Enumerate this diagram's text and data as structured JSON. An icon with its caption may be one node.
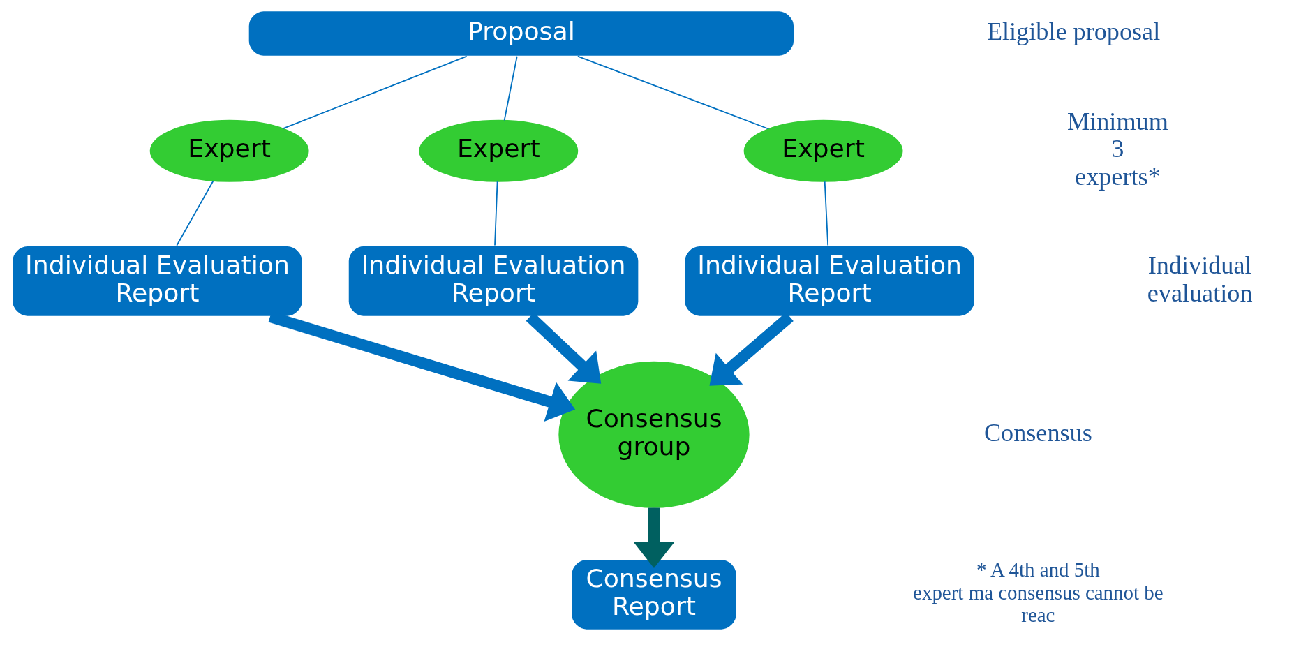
{
  "diagram": {
    "nodes": [
      {
        "text": [
          "Proposal"
        ]
      },
      {
        "text": [
          "Expert"
        ]
      },
      {
        "text": [
          "Expert"
        ]
      },
      {
        "text": [
          "Expert"
        ]
      },
      {
        "text": [
          "Individual Evaluation Report"
        ]
      },
      {
        "text": [
          "Individual Evaluation Report"
        ]
      },
      {
        "text": [
          "Individual Evaluation Report"
        ]
      },
      {
        "text": [
          "Consensus group"
        ]
      },
      {
        "text": [
          "Consensus Report"
        ]
      }
    ],
    "edges": [
      {
        "from": 0,
        "to": 1,
        "arrow": "none"
      },
      {
        "from": 0,
        "to": 2,
        "arrow": "none"
      },
      {
        "from": 0,
        "to": 3,
        "arrow": "none"
      },
      {
        "from": 1,
        "to": 4,
        "arrow": "none"
      },
      {
        "from": 2,
        "to": 5,
        "arrow": "none"
      },
      {
        "from": 3,
        "to": 6,
        "arrow": "none"
      },
      {
        "from": 4,
        "to": 7,
        "arrow": "to",
        "style": "thick"
      },
      {
        "from": 5,
        "to": 7,
        "arrow": "to",
        "style": "thick"
      },
      {
        "from": 6,
        "to": 7,
        "arrow": "to",
        "style": "thick"
      },
      {
        "from": 7,
        "to": 8,
        "arrow": "to",
        "style": "thick",
        "color": "#006060"
      }
    ],
    "labels": [
      "Eligible proposal",
      "Minimum 3 experts*",
      "Individual evaluation",
      "Consensus",
      "* A 4th and 5th expert ma consensus cannot be reac"
    ]
  }
}
